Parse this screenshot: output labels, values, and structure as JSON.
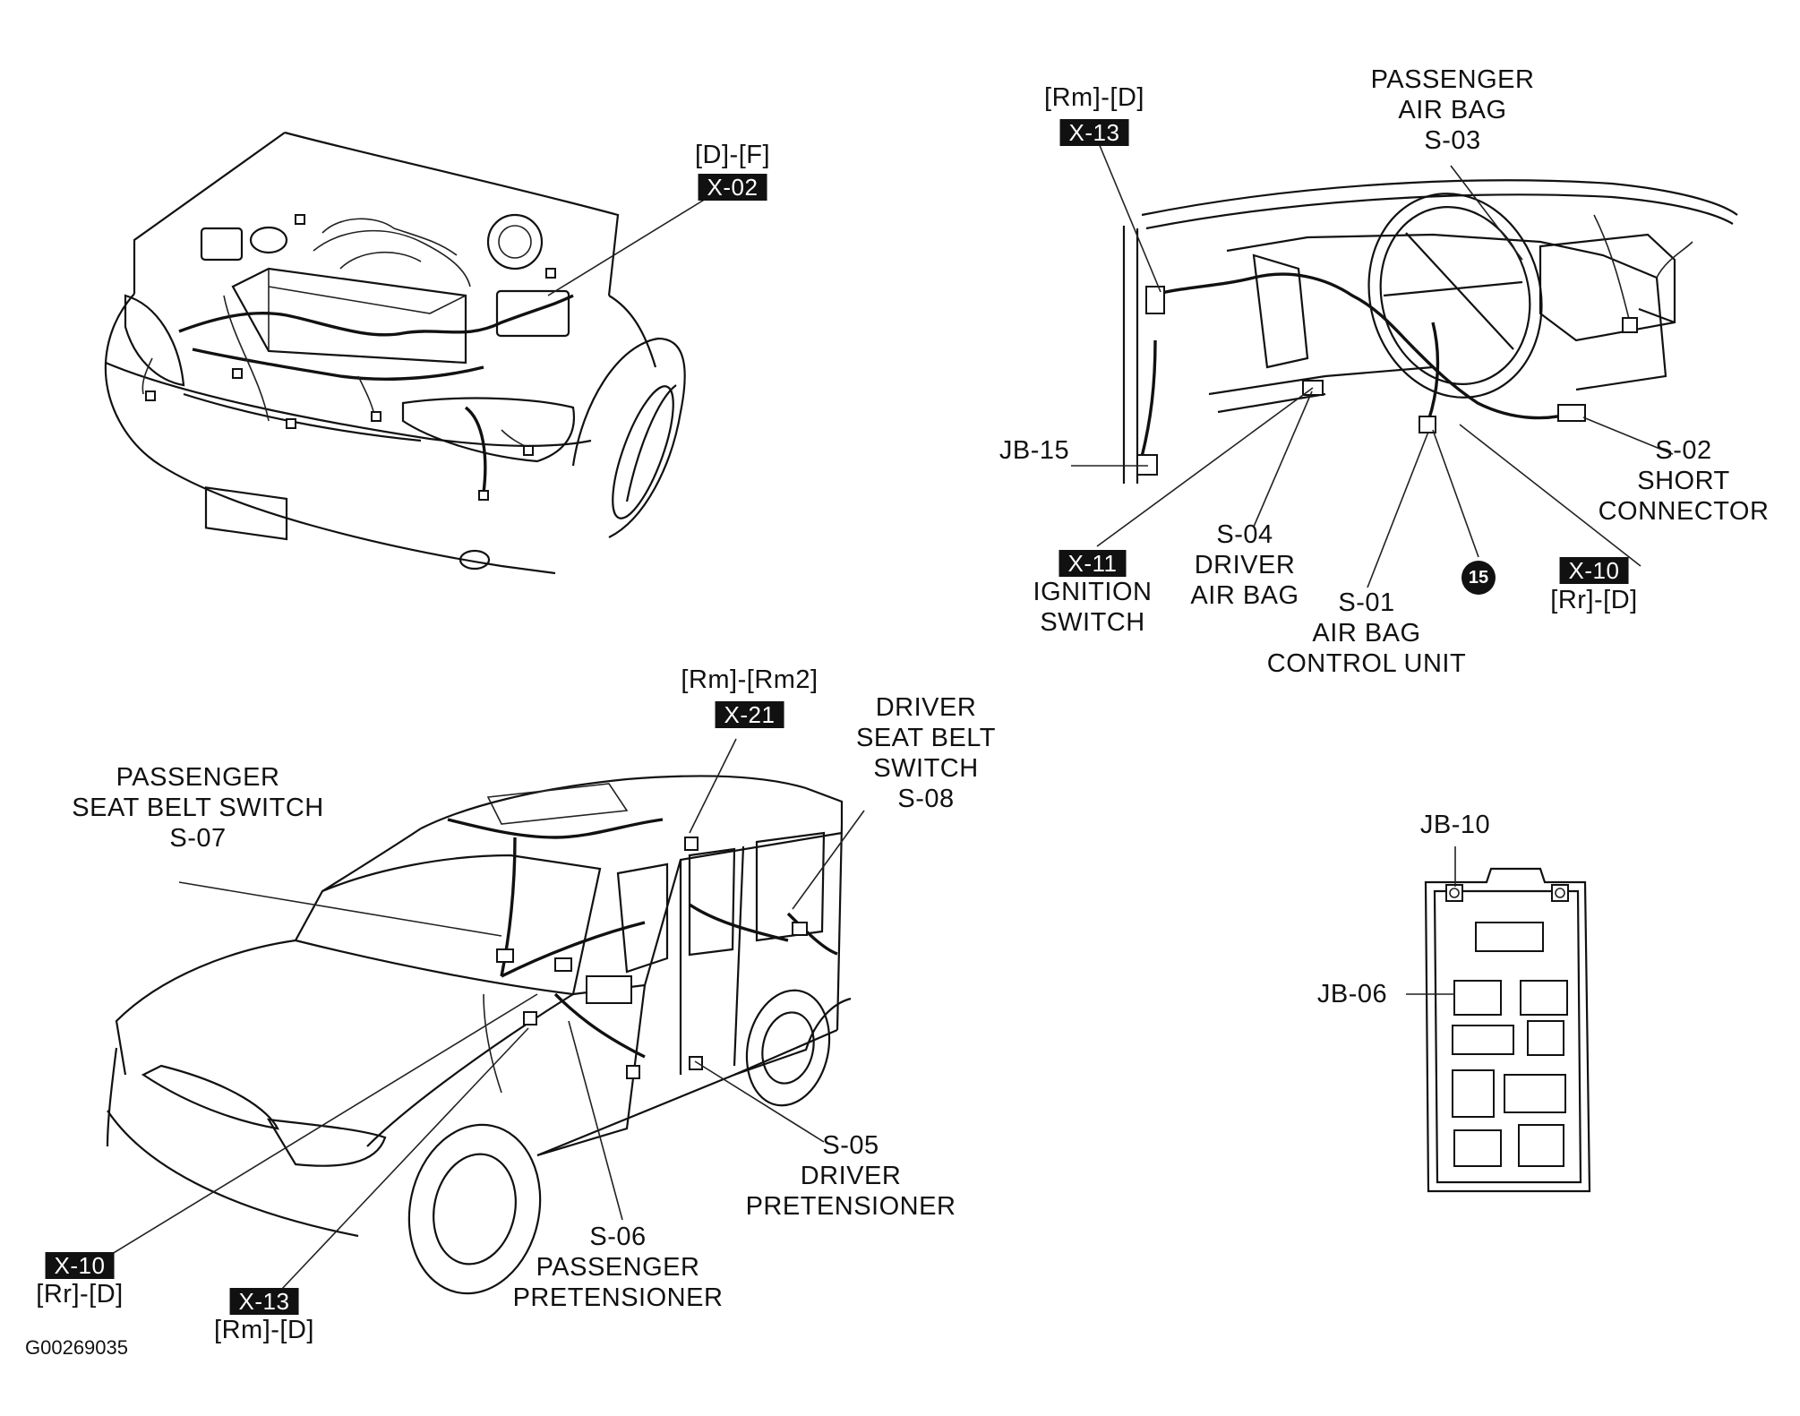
{
  "figure_id": "G00269035",
  "engine_bay": {
    "x02": {
      "code": "X-02",
      "location": "[D]-[F]"
    }
  },
  "instrument_panel": {
    "x13": {
      "code": "X-13",
      "location": "[Rm]-[D]"
    },
    "s03": {
      "line1": "PASSENGER",
      "line2": "AIR BAG",
      "line3": "S-03"
    },
    "jb15": {
      "label": "JB-15"
    },
    "s02": {
      "line1": "S-02",
      "line2": "SHORT",
      "line3": "CONNECTOR"
    },
    "x11": {
      "code": "X-11",
      "line1": "IGNITION",
      "line2": "SWITCH"
    },
    "s04": {
      "line1": "S-04",
      "line2": "DRIVER",
      "line3": "AIR BAG"
    },
    "s01": {
      "line1": "S-01",
      "line2": "AIR BAG",
      "line3": "CONTROL UNIT"
    },
    "ground": {
      "number": "15"
    },
    "x10": {
      "code": "X-10",
      "location": "[Rr]-[D]"
    }
  },
  "vehicle_body": {
    "x21": {
      "location": "[Rm]-[Rm2]",
      "code": "X-21"
    },
    "s08": {
      "line1": "DRIVER",
      "line2": "SEAT BELT",
      "line3": "SWITCH",
      "line4": "S-08"
    },
    "s07": {
      "line1": "PASSENGER",
      "line2": "SEAT BELT SWITCH",
      "line3": "S-07"
    },
    "s05": {
      "line1": "S-05",
      "line2": "DRIVER",
      "line3": "PRETENSIONER"
    },
    "s06": {
      "line1": "S-06",
      "line2": "PASSENGER",
      "line3": "PRETENSIONER"
    },
    "x10": {
      "code": "X-10",
      "location": "[Rr]-[D]"
    },
    "x13": {
      "code": "X-13",
      "location": "[Rm]-[D]"
    }
  },
  "junction_block": {
    "jb10": {
      "label": "JB-10"
    },
    "jb06": {
      "label": "JB-06"
    }
  }
}
